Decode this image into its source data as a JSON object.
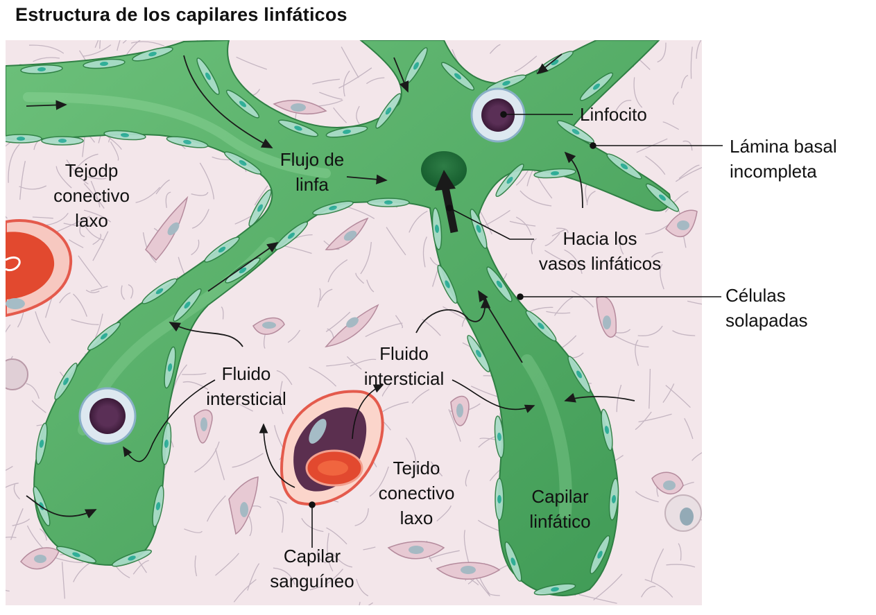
{
  "title": "Estructura de los capilares linfáticos",
  "colors": {
    "tissue": "#f3e6ea",
    "fiber": "#b9a9b8",
    "vessel_fill": "#5fb36f",
    "vessel_dark": "#3d9152",
    "endothelium": "#a9dcc8",
    "nucleus": "#2fae9a",
    "blood_cell": "#e2492f",
    "blood_vessel_wall": "#f08a7f",
    "lymphocyte_nucleus": "#5a2f56",
    "arrow": "#1a1a1a"
  },
  "labels": {
    "tejido_left": [
      "Tejodp",
      "conectivo",
      "laxo"
    ],
    "flujo": [
      "Flujo de",
      "linfa"
    ],
    "linfocito": "Linfocito",
    "lamina": [
      "Lámina basal",
      "incompleta"
    ],
    "hacia": [
      "Hacia los",
      "vasos linfáticos"
    ],
    "celulas": [
      "Células",
      "solapadas"
    ],
    "fluido_center": [
      "Fluido",
      "intersticial"
    ],
    "fluido_left": [
      "Fluido",
      "intersticial"
    ],
    "tejido_bottom": [
      "Tejido",
      "conectivo",
      "laxo"
    ],
    "capilar_linfatico": [
      "Capilar",
      "linfático"
    ],
    "capilar_sanguineo": [
      "Capilar",
      "sanguíneo"
    ]
  }
}
